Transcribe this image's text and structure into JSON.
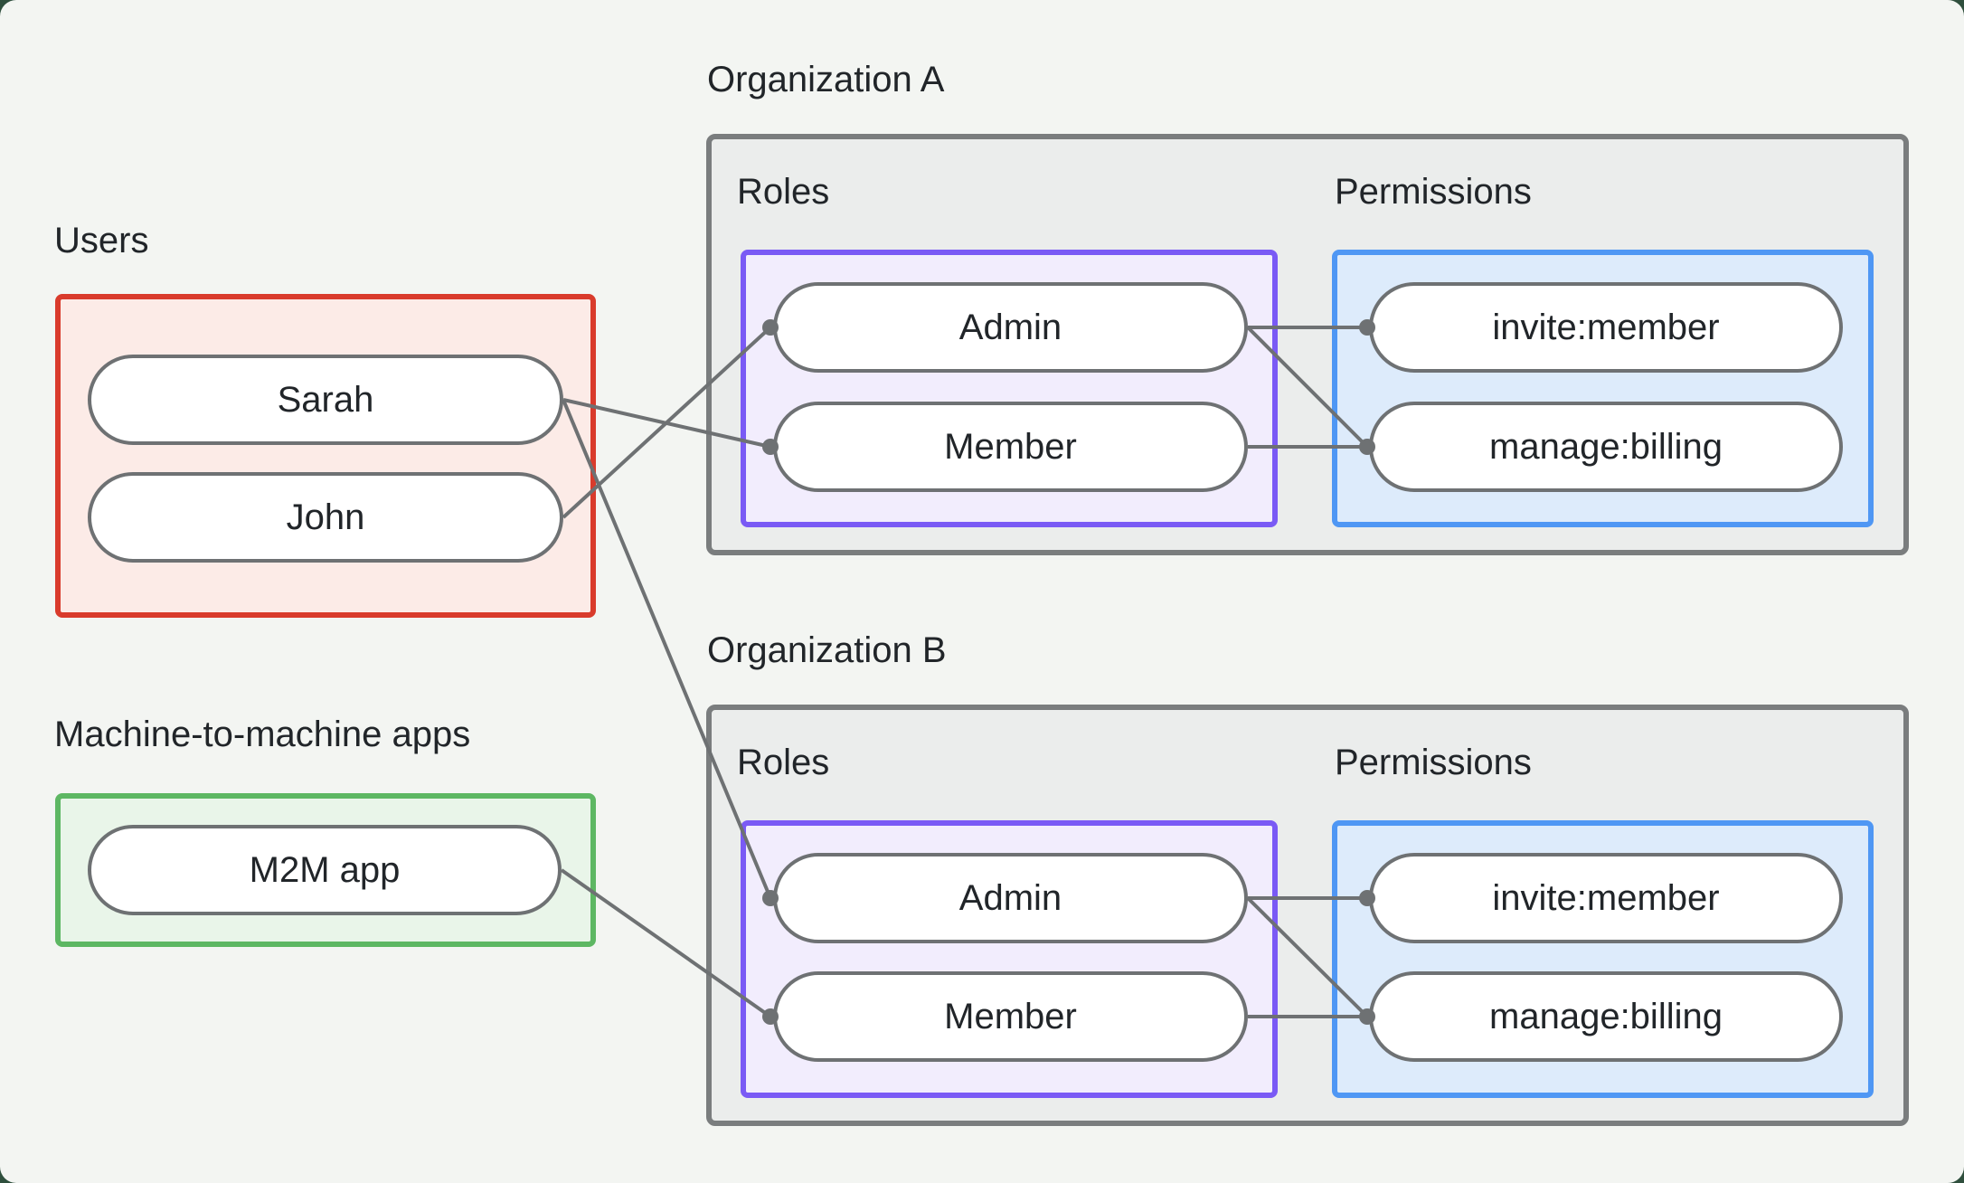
{
  "canvas": {
    "outer_background": "#2f4f3d",
    "background": "#f3f5f2"
  },
  "colors": {
    "users_border": "#d93b2c",
    "users_fill": "#fcebe7",
    "m2m_border": "#5db763",
    "m2m_fill": "#e9f5e9",
    "org_border": "#7a7d7e",
    "org_fill": "#ebedec",
    "roles_border": "#7a5af5",
    "roles_fill": "#f2edfd",
    "permissions_border": "#4f97f4",
    "permissions_fill": "#ddebfb",
    "node_border": "#6e7173",
    "node_fill": "#ffffff",
    "connector": "#6e7173",
    "text": "#212529"
  },
  "left_panel": {
    "users": {
      "title": "Users",
      "items": [
        {
          "label": "Sarah"
        },
        {
          "label": "John"
        }
      ]
    },
    "m2m": {
      "title": "Machine-to-machine apps",
      "items": [
        {
          "label": "M2M app"
        }
      ]
    }
  },
  "organizations": [
    {
      "title": "Organization A",
      "roles": {
        "title": "Roles",
        "items": [
          {
            "label": "Admin"
          },
          {
            "label": "Member"
          }
        ]
      },
      "permissions": {
        "title": "Permissions",
        "items": [
          {
            "label": "invite:member"
          },
          {
            "label": "manage:billing"
          }
        ]
      }
    },
    {
      "title": "Organization B",
      "roles": {
        "title": "Roles",
        "items": [
          {
            "label": "Admin"
          },
          {
            "label": "Member"
          }
        ]
      },
      "permissions": {
        "title": "Permissions",
        "items": [
          {
            "label": "invite:member"
          },
          {
            "label": "manage:billing"
          }
        ]
      }
    }
  ],
  "edges": [
    {
      "from": "Sarah",
      "to": "Organization A / Member"
    },
    {
      "from": "John",
      "to": "Organization A / Admin"
    },
    {
      "from": "Sarah",
      "to": "Organization B / Admin"
    },
    {
      "from": "M2M app",
      "to": "Organization B / Member"
    },
    {
      "from": "Organization A / Admin",
      "to": "Organization A / invite:member"
    },
    {
      "from": "Organization A / Admin",
      "to": "Organization A / manage:billing"
    },
    {
      "from": "Organization A / Member",
      "to": "Organization A / manage:billing"
    },
    {
      "from": "Organization B / Admin",
      "to": "Organization B / invite:member"
    },
    {
      "from": "Organization B / Admin",
      "to": "Organization B / manage:billing"
    },
    {
      "from": "Organization B / Member",
      "to": "Organization B / manage:billing"
    }
  ]
}
